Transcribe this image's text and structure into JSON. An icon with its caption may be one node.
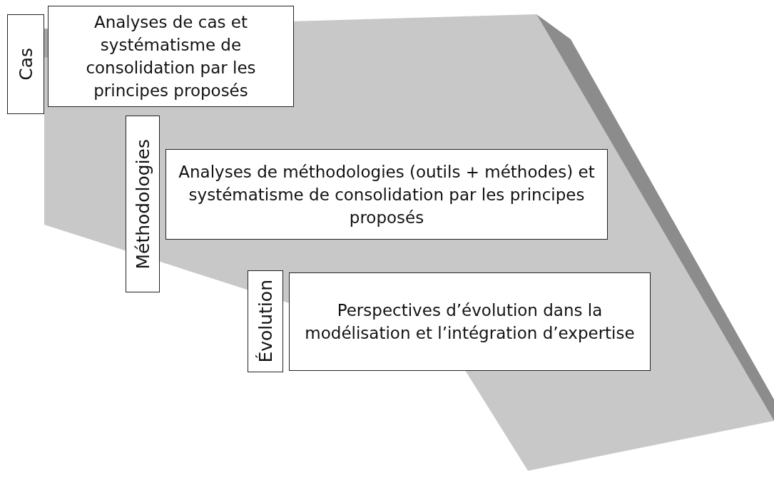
{
  "diagram": {
    "nodes": [
      {
        "text": [
          "Cas"
        ]
      },
      {
        "text": [
          "Analyses de cas et systématisme de consolidation par les principes proposés"
        ]
      },
      {
        "text": [
          "Méthodologies"
        ]
      },
      {
        "text": [
          "Analyses de méthodologies (outils + méthodes) et systématisme de consolidation par les principes proposés"
        ]
      },
      {
        "text": [
          "Évolution"
        ]
      },
      {
        "text": [
          "Perspectives d’évolution dans la modélisation et l’intégration d’expertise"
        ]
      }
    ]
  }
}
